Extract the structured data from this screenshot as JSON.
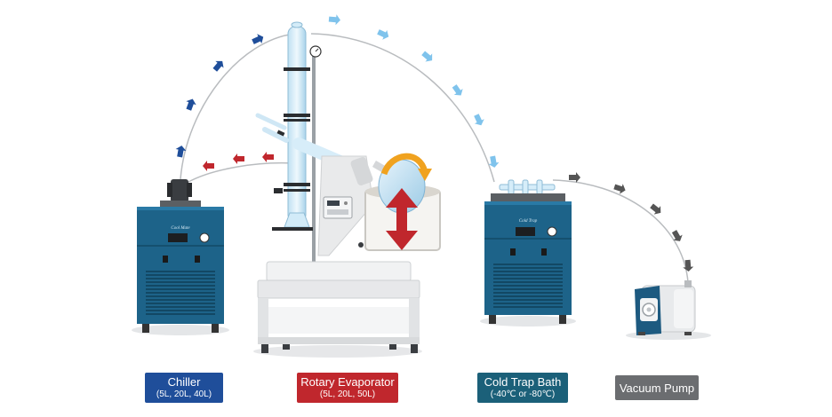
{
  "colors": {
    "chiller": "#1f4e9a",
    "rotary": "#c0272d",
    "trap": "#1b6079",
    "pump": "#6b6d70",
    "unit_body": "#1d6389",
    "arrow_dark_blue": "#1f4e9a",
    "arrow_red": "#c0272d",
    "arrow_light_blue": "#7fc3ec",
    "arrow_gray": "#555555"
  },
  "devices": {
    "chiller": {
      "title": "Chiller",
      "sub": "(5L, 20L, 40L)",
      "brand": "Cool Mate"
    },
    "rotary": {
      "title": "Rotary Evaporator",
      "sub": "(5L, 20L, 50L)"
    },
    "trap": {
      "title": "Cold Trap Bath",
      "sub": "(-40℃ or -80℃)",
      "brand": "Cold Trap"
    },
    "pump": {
      "title": "Vacuum Pump",
      "sub": ""
    }
  },
  "icons": [
    "up-down-arrow-icon",
    "rotation-arrow-icon",
    "gauge-icon",
    "flow-arrow-icon"
  ]
}
